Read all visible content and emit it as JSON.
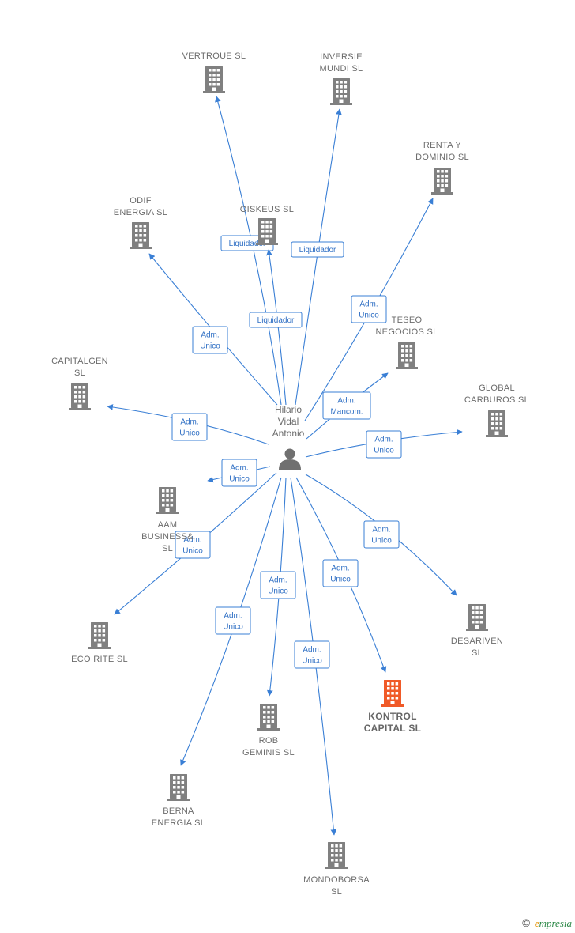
{
  "colors": {
    "edge": "#3a7fd5",
    "building": "#808080",
    "building_highlight": "#f05a28",
    "person": "#707070"
  },
  "center": {
    "name_lines": [
      "Hilario",
      "Vidal",
      "Antonio"
    ],
    "icon": "person-icon"
  },
  "companies": [
    {
      "id": "vertroue",
      "label_lines": [
        "VERTROUE SL"
      ],
      "icon": "building-icon"
    },
    {
      "id": "inversie",
      "label_lines": [
        "INVERSIE",
        "MUNDI SL"
      ],
      "icon": "building-icon"
    },
    {
      "id": "renta",
      "label_lines": [
        "RENTA Y",
        "DOMINIO SL"
      ],
      "icon": "building-icon"
    },
    {
      "id": "odif",
      "label_lines": [
        "ODIF",
        "ENERGIA SL"
      ],
      "icon": "building-icon"
    },
    {
      "id": "oiskeus",
      "label_lines": [
        "OISKEUS SL"
      ],
      "icon": "building-icon"
    },
    {
      "id": "teseo",
      "label_lines": [
        "TESEO",
        "NEGOCIOS SL"
      ],
      "icon": "building-icon"
    },
    {
      "id": "capitalgen",
      "label_lines": [
        "CAPITALGEN",
        "SL"
      ],
      "icon": "building-icon"
    },
    {
      "id": "global",
      "label_lines": [
        "GLOBAL",
        "CARBUROS SL"
      ],
      "icon": "building-icon"
    },
    {
      "id": "aam",
      "label_lines": [
        "AAM",
        "BUSINESS&",
        "SL"
      ],
      "icon": "building-icon"
    },
    {
      "id": "ecorite",
      "label_lines": [
        "ECO RITE SL"
      ],
      "icon": "building-icon"
    },
    {
      "id": "desariven",
      "label_lines": [
        "DESARIVEN",
        "SL"
      ],
      "icon": "building-icon"
    },
    {
      "id": "kontrol",
      "label_lines": [
        "KONTROL",
        "CAPITAL SL"
      ],
      "icon": "building-icon",
      "highlight": true
    },
    {
      "id": "rob",
      "label_lines": [
        "ROB",
        "GEMINIS SL"
      ],
      "icon": "building-icon"
    },
    {
      "id": "berna",
      "label_lines": [
        "BERNA",
        "ENERGIA SL"
      ],
      "icon": "building-icon"
    },
    {
      "id": "mondoborsa",
      "label_lines": [
        "MONDOBORSA",
        "SL"
      ],
      "icon": "building-icon"
    }
  ],
  "relations": [
    {
      "target": "vertroue",
      "role_lines": [
        "Liquidador"
      ]
    },
    {
      "target": "inversie",
      "role_lines": [
        "Liquidador"
      ]
    },
    {
      "target": "oiskeus",
      "role_lines": [
        "Liquidador"
      ]
    },
    {
      "target": "renta",
      "role_lines": [
        "Adm.",
        "Unico"
      ]
    },
    {
      "target": "odif",
      "role_lines": [
        "Adm.",
        "Unico"
      ]
    },
    {
      "target": "teseo",
      "role_lines": [
        "Adm.",
        "Mancom."
      ]
    },
    {
      "target": "capitalgen",
      "role_lines": [
        "Adm.",
        "Unico"
      ]
    },
    {
      "target": "global",
      "role_lines": [
        "Adm.",
        "Unico"
      ]
    },
    {
      "target": "aam",
      "role_lines": [
        "Adm.",
        "Unico"
      ]
    },
    {
      "target": "ecorite",
      "role_lines": [
        "Adm.",
        "Unico"
      ]
    },
    {
      "target": "desariven",
      "role_lines": [
        "Adm.",
        "Unico"
      ]
    },
    {
      "target": "kontrol",
      "role_lines": [
        "Adm.",
        "Unico"
      ]
    },
    {
      "target": "rob",
      "role_lines": [
        "Adm.",
        "Unico"
      ]
    },
    {
      "target": "berna",
      "role_lines": [
        "Adm.",
        "Unico"
      ]
    },
    {
      "target": "mondoborsa",
      "role_lines": [
        "Adm.",
        "Unico"
      ]
    }
  ],
  "footer": {
    "copyright_symbol": "©",
    "brand_initial": "e",
    "brand_rest": "mpresia"
  }
}
